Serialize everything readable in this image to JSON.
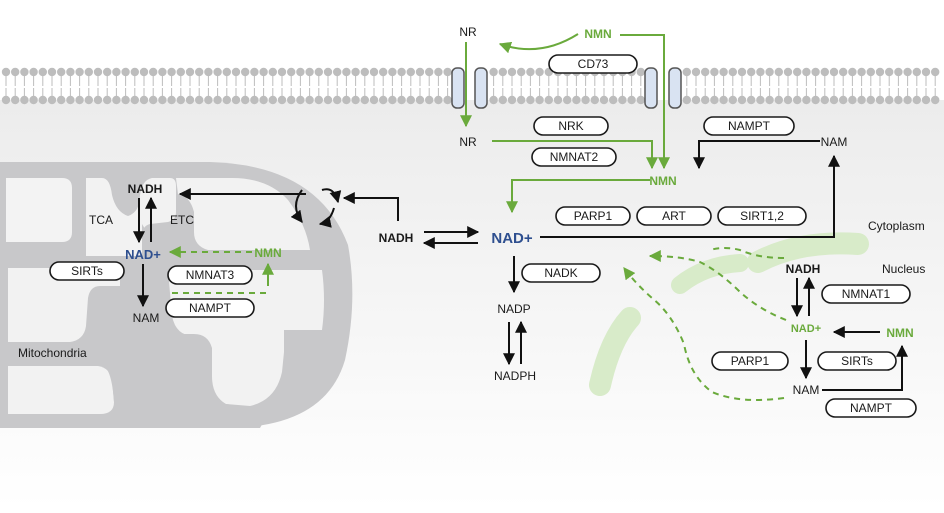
{
  "labels": {
    "nr_out": "NR",
    "nmn_out": "NMN",
    "cd73": "CD73",
    "nr_in": "NR",
    "nrk": "NRK",
    "nmnat2": "NMNAT2",
    "nmn_cyto": "NMN",
    "nampt_cyto": "NAMPT",
    "nam_cyto": "NAM",
    "nadh_cyto": "NADH",
    "nad_cyto": "NAD+",
    "parp1_cyto": "PARP1",
    "art": "ART",
    "sirt12": "SIRT1,2",
    "nadk": "NADK",
    "nadp": "NADP",
    "nadph": "NADPH",
    "cytoplasm": "Cytoplasm",
    "nucleus": "Nucleus",
    "nadh_nuc": "NADH",
    "nmnat1": "NMNAT1",
    "nad_nuc": "NAD+",
    "nmn_nuc": "NMN",
    "parp1_nuc": "PARP1",
    "sirts_nuc": "SIRTs",
    "nam_nuc": "NAM",
    "nampt_nuc": "NAMPT",
    "nadh_mito": "NADH",
    "tca": "TCA",
    "etc": "ETC",
    "nad_mito": "NAD+",
    "nmn_mito": "NMN",
    "sirts_mito": "SIRTs",
    "nmnat3": "NMNAT3",
    "nam_mito": "NAM",
    "nampt_mito": "NAMPT",
    "mitochondria": "Mitochondria"
  },
  "colors": {
    "green": "#6aaa3c",
    "nad_blue": "#2e4f8f",
    "mito_gray": "#c8c8ca",
    "membrane_gray": "#bdbdbd",
    "channel_blue": "#d9e3f2"
  }
}
